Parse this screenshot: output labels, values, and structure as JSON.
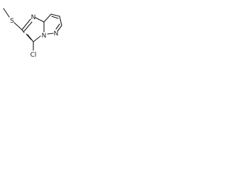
{
  "molecule": {
    "atoms": {
      "n_top": "N",
      "s": "S",
      "n_bridge": "N",
      "n_pyrazole": "N",
      "cl": "Cl"
    }
  }
}
